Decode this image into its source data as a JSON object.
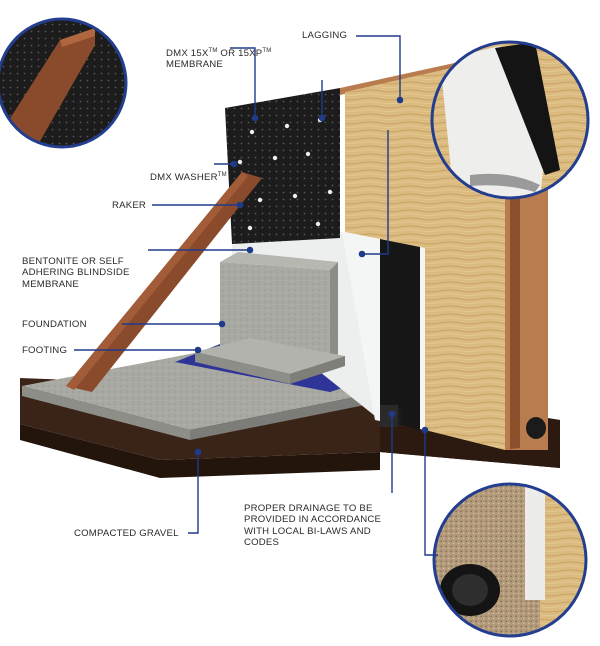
{
  "labels": {
    "membrane_a": "DMX 15X",
    "membrane_tm1": "TM",
    "membrane_or": " OR 15XP",
    "membrane_tm2": "TM",
    "membrane_b": "MEMBRANE",
    "lagging": "LAGGING",
    "washer": "DMX WASHER",
    "washer_tm": "TM",
    "raker": "RAKER",
    "bentonite_1": "BENTONITE OR SELF",
    "bentonite_2": "ADHERING BLINDSIDE",
    "bentonite_3": "MEMBRANE",
    "foundation": "FOUNDATION",
    "footing": "FOOTING",
    "drainage_1": "PROPER DRAINAGE TO BE",
    "drainage_2": "PROVIDED IN ACCORDANCE",
    "drainage_3": "WITH LOCAL BI-LAWS AND",
    "drainage_4": "CODES",
    "gravel": "COMPACTED GRAVEL"
  },
  "colors": {
    "leader": "#1f3a8a",
    "membrane": "#1a1a1a",
    "lagging_wood": "#d9b77a",
    "raker_wood": "#8a4b2c",
    "concrete": "#a8a8a4",
    "blindside": "#e9ecea",
    "footing_membrane": "#2e3596",
    "soil": "#3a2418",
    "circle_ring": "#233d8f"
  }
}
